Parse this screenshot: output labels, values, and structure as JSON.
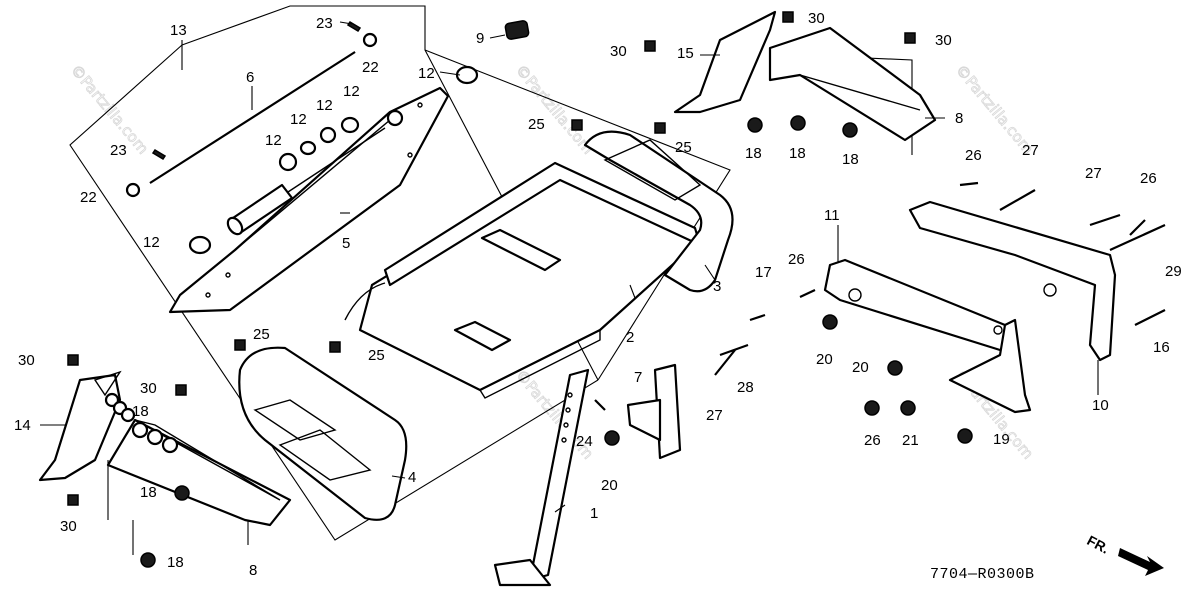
{
  "diagram": {
    "code": "7704—R0300B",
    "front_label": "FR.",
    "watermark": "©Partzilla.com"
  },
  "callouts": [
    {
      "id": "c13a",
      "label": "13"
    },
    {
      "id": "c23a",
      "label": "23"
    },
    {
      "id": "c22a",
      "label": "22"
    },
    {
      "id": "c6",
      "label": "6"
    },
    {
      "id": "c12a",
      "label": "12"
    },
    {
      "id": "c12b",
      "label": "12"
    },
    {
      "id": "c12c",
      "label": "12"
    },
    {
      "id": "c12d",
      "label": "12"
    },
    {
      "id": "c12e",
      "label": "12"
    },
    {
      "id": "c23b",
      "label": "23"
    },
    {
      "id": "c22b",
      "label": "22"
    },
    {
      "id": "c12f",
      "label": "12"
    },
    {
      "id": "c5",
      "label": "5"
    },
    {
      "id": "c9",
      "label": "9"
    },
    {
      "id": "c25a",
      "label": "25"
    },
    {
      "id": "c25b",
      "label": "25"
    },
    {
      "id": "c3",
      "label": "3"
    },
    {
      "id": "c2",
      "label": "2"
    },
    {
      "id": "c25c",
      "label": "25"
    },
    {
      "id": "c25d",
      "label": "25"
    },
    {
      "id": "c30a",
      "label": "30"
    },
    {
      "id": "c15",
      "label": "15"
    },
    {
      "id": "c30b",
      "label": "30"
    },
    {
      "id": "c30c",
      "label": "30"
    },
    {
      "id": "c18a",
      "label": "18"
    },
    {
      "id": "c18b",
      "label": "18"
    },
    {
      "id": "c18c",
      "label": "18"
    },
    {
      "id": "c8a",
      "label": "8"
    },
    {
      "id": "c26a",
      "label": "26"
    },
    {
      "id": "c27a",
      "label": "27"
    },
    {
      "id": "c27b",
      "label": "27"
    },
    {
      "id": "c26b",
      "label": "26"
    },
    {
      "id": "c11",
      "label": "11"
    },
    {
      "id": "c26c",
      "label": "26"
    },
    {
      "id": "c29",
      "label": "29"
    },
    {
      "id": "c17",
      "label": "17"
    },
    {
      "id": "c20a",
      "label": "20"
    },
    {
      "id": "c20b",
      "label": "20"
    },
    {
      "id": "c16",
      "label": "16"
    },
    {
      "id": "c28",
      "label": "28"
    },
    {
      "id": "c7",
      "label": "7"
    },
    {
      "id": "c27c",
      "label": "27"
    },
    {
      "id": "c10",
      "label": "10"
    },
    {
      "id": "c26d",
      "label": "26"
    },
    {
      "id": "c21",
      "label": "21"
    },
    {
      "id": "c19",
      "label": "19"
    },
    {
      "id": "c24",
      "label": "24"
    },
    {
      "id": "c20c",
      "label": "20"
    },
    {
      "id": "c1",
      "label": "1"
    },
    {
      "id": "c4",
      "label": "4"
    },
    {
      "id": "c30d",
      "label": "30"
    },
    {
      "id": "c14",
      "label": "14"
    },
    {
      "id": "c30e",
      "label": "30"
    },
    {
      "id": "c18d",
      "label": "18"
    },
    {
      "id": "c18e",
      "label": "18"
    },
    {
      "id": "c30f",
      "label": "30"
    },
    {
      "id": "c18f",
      "label": "18"
    },
    {
      "id": "c8b",
      "label": "8"
    }
  ]
}
